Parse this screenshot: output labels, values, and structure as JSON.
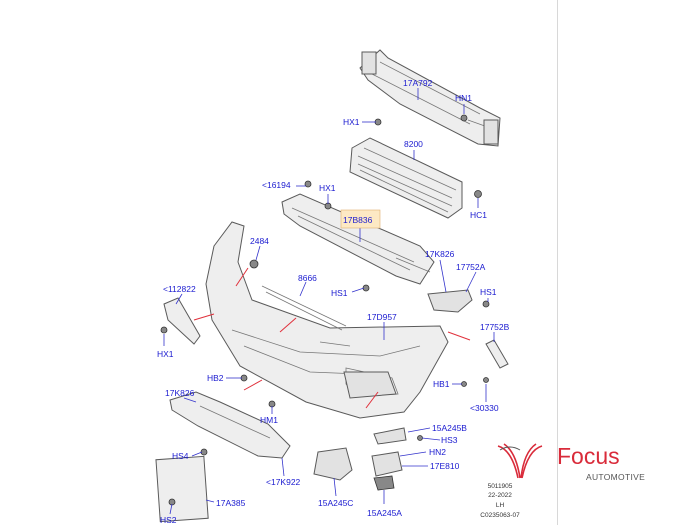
{
  "callouts": {
    "c17A792": "17A792",
    "cHN1": "HN1",
    "cHX1a": "HX1",
    "c8200": "8200",
    "c16194": "<16194",
    "cHX1b": "HX1",
    "cHC1": "HC1",
    "c17B836": "17B836",
    "c2484": "2484",
    "c17K826a": "17K826",
    "c17752A": "17752A",
    "c112822": "<112822",
    "c8666": "8666",
    "cHS1a": "HS1",
    "cHS1b": "HS1",
    "c17D957": "17D957",
    "c17752B": "17752B",
    "cHX1c": "HX1",
    "cHB2": "HB2",
    "cHB1": "HB1",
    "c17K826b": "17K826",
    "c30330": "<30330",
    "cHM1": "HM1",
    "c15A245B": "15A245B",
    "cHS3": "HS3",
    "cHN2": "HN2",
    "cHS4": "HS4",
    "c17E810": "17E810",
    "c17K922": "<17K922",
    "c17A385": "17A385",
    "c15A245C": "15A245C",
    "c15A245A": "15A245A",
    "cHS2": "HS2"
  },
  "metadata": {
    "line1": "5011905",
    "line2": "22-2022",
    "line3": "LH",
    "line4": "C0235063-07"
  },
  "logo": {
    "name": "Focus",
    "tagline": "AUTOMOTIVE"
  },
  "colors": {
    "callout": "#1a1ad0",
    "highlight_box": "#fde9c4",
    "brand_red": "#d92b3a"
  }
}
